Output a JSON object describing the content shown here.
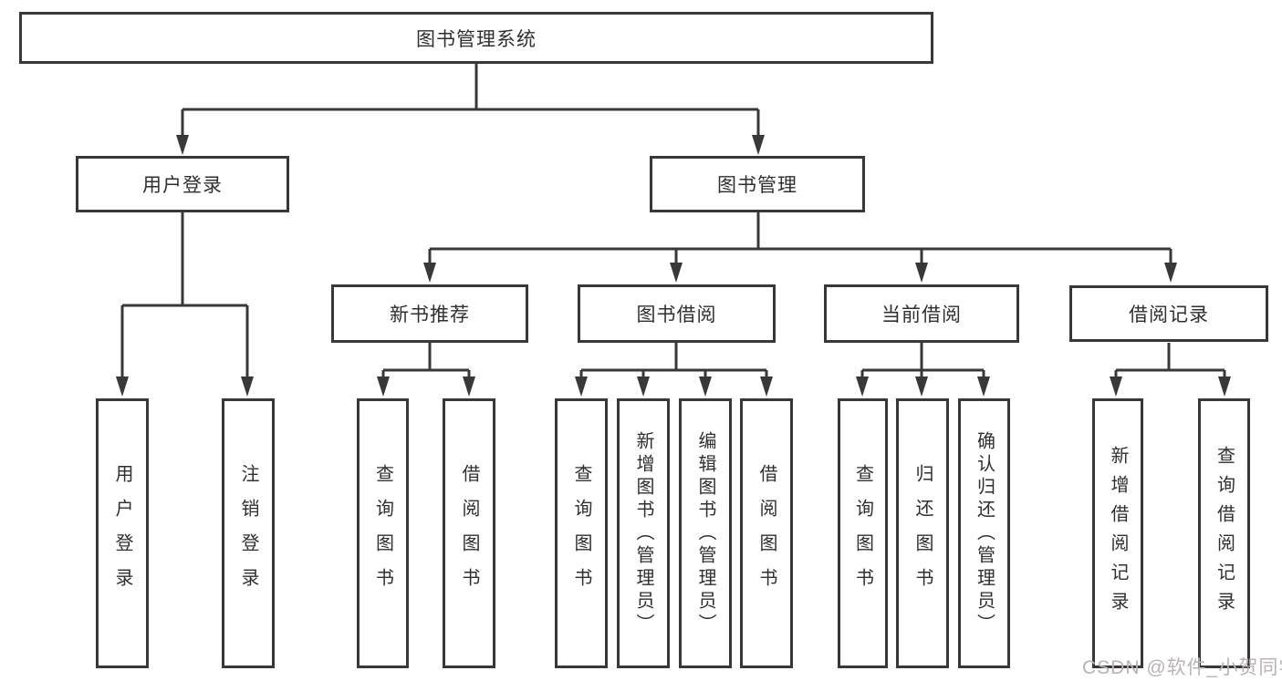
{
  "nodes": {
    "root": {
      "label": "图书管理系统"
    },
    "user_login": {
      "label": "用户登录"
    },
    "book_mgmt": {
      "label": "图书管理"
    },
    "new_book_rec": {
      "label": "新书推荐"
    },
    "book_borrow": {
      "label": "图书借阅"
    },
    "current_borrow": {
      "label": "当前借阅"
    },
    "borrow_records": {
      "label": "借阅记录"
    },
    "leaf_user_login": {
      "label": "用户登录"
    },
    "leaf_logout": {
      "label": "注销登录"
    },
    "leaf_query_book_1": {
      "label": "查询图书"
    },
    "leaf_borrow_book_1": {
      "label": "借阅图书"
    },
    "leaf_query_book_2": {
      "label": "查询图书"
    },
    "leaf_add_book": {
      "label": "新增图书（管理员）"
    },
    "leaf_edit_book": {
      "label": "编辑图书（管理员）"
    },
    "leaf_borrow_book_2": {
      "label": "借阅图书"
    },
    "leaf_query_book_3": {
      "label": "查询图书"
    },
    "leaf_return_book": {
      "label": "归还图书"
    },
    "leaf_confirm_return": {
      "label": "确认归还（管理员）"
    },
    "leaf_add_borrow_record": {
      "label": "新增借阅记录"
    },
    "leaf_query_borrow_record": {
      "label": "查询借阅记录"
    }
  },
  "hierarchy": {
    "图书管理系统": {
      "用户登录": [
        "用户登录",
        "注销登录"
      ],
      "图书管理": {
        "新书推荐": [
          "查询图书",
          "借阅图书"
        ],
        "图书借阅": [
          "查询图书",
          "新增图书（管理员）",
          "编辑图书（管理员）",
          "借阅图书"
        ],
        "当前借阅": [
          "查询图书",
          "归还图书",
          "确认归还（管理员）"
        ],
        "借阅记录": [
          "新增借阅记录",
          "查询借阅记录"
        ]
      }
    }
  },
  "watermark": {
    "text": "CSDN @软件_小贺同学"
  },
  "colors": {
    "line": "#383838",
    "box_border": "#383838",
    "text": "#2f2f2f",
    "watermark": "#b9b3b3",
    "background": "#ffffff"
  }
}
